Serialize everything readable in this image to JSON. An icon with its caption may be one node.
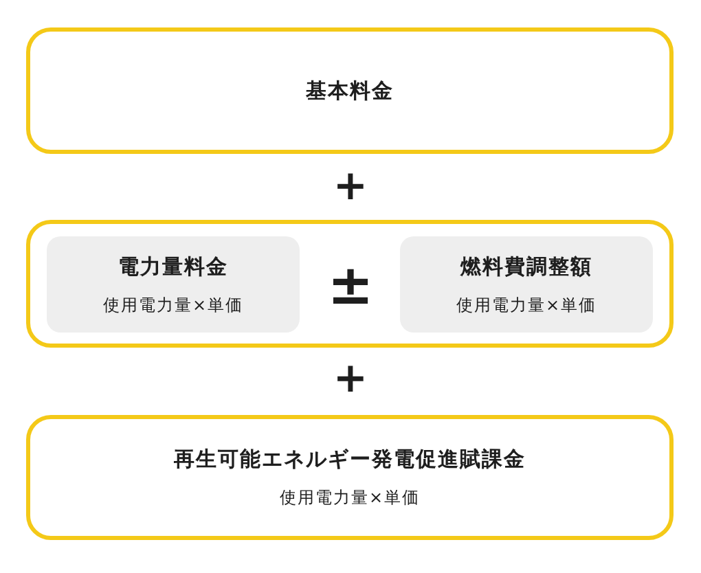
{
  "diagram": {
    "nodes": [
      {
        "text": [
          "基本料金"
        ]
      },
      {
        "text": [],
        "shape": "box"
      },
      {
        "text": [
          "電力量料金",
          "使用電力量×単価"
        ],
        "in": 1
      },
      {
        "text": [
          "燃料費調整額",
          "使用電力量×単価"
        ],
        "in": 1
      },
      {
        "text": [
          "再生可能エネルギー発電促進賦課金",
          "使用電力量×単価"
        ]
      }
    ],
    "labels": [
      "+",
      "±",
      "+"
    ]
  }
}
